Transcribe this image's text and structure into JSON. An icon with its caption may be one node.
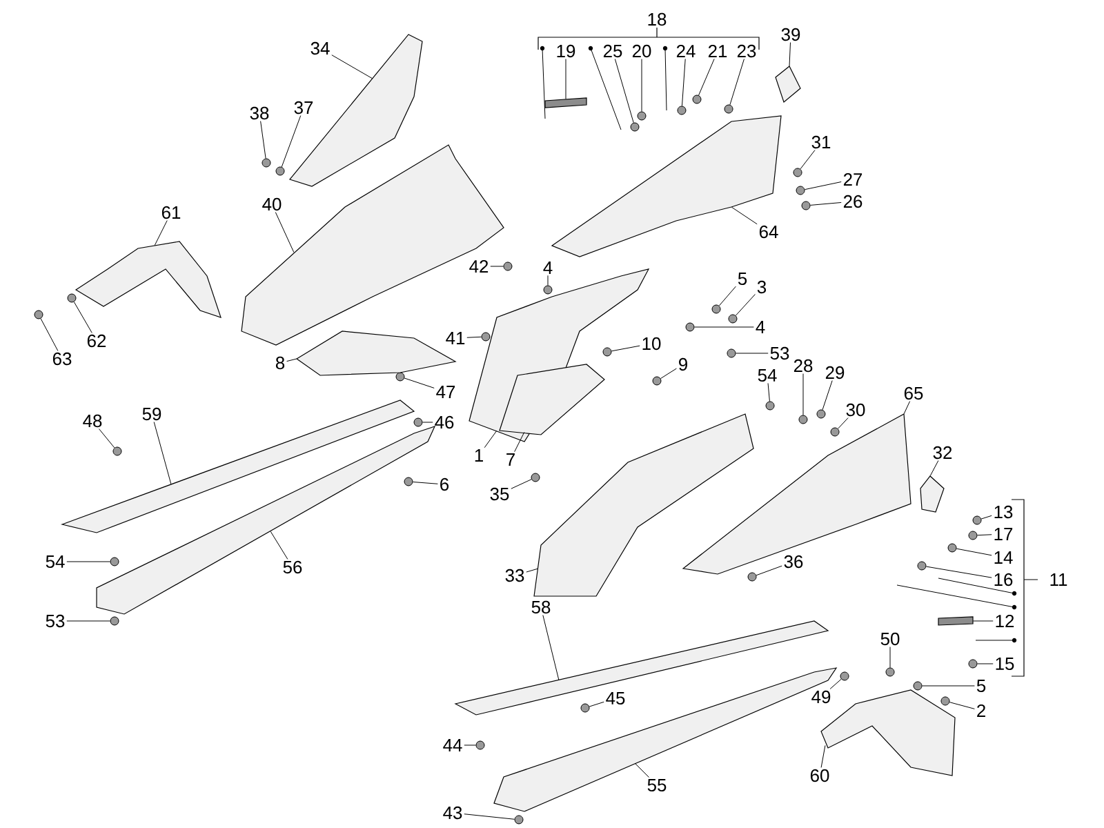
{
  "diagram": {
    "nodes": [
      {
        "text": [
          "18"
        ]
      },
      {
        "text": [
          "19"
        ]
      },
      {
        "text": [
          "25"
        ]
      },
      {
        "text": [
          "20"
        ]
      },
      {
        "text": [
          "24"
        ]
      },
      {
        "text": [
          "21"
        ]
      },
      {
        "text": [
          "23"
        ]
      },
      {
        "text": [
          "39"
        ]
      },
      {
        "text": [
          "34"
        ]
      },
      {
        "text": [
          "38"
        ]
      },
      {
        "text": [
          "37"
        ]
      },
      {
        "text": [
          "31"
        ]
      },
      {
        "text": [
          "27"
        ]
      },
      {
        "text": [
          "26"
        ]
      },
      {
        "text": [
          "40"
        ]
      },
      {
        "text": [
          "61"
        ]
      },
      {
        "text": [
          "64"
        ]
      },
      {
        "text": [
          "42"
        ]
      },
      {
        "text": [
          "4"
        ]
      },
      {
        "text": [
          "5"
        ]
      },
      {
        "text": [
          "3"
        ]
      },
      {
        "text": [
          "4"
        ]
      },
      {
        "text": [
          "62"
        ]
      },
      {
        "text": [
          "63"
        ]
      },
      {
        "text": [
          "41"
        ]
      },
      {
        "text": [
          "10"
        ]
      },
      {
        "text": [
          "8"
        ]
      },
      {
        "text": [
          "53"
        ]
      },
      {
        "text": [
          "9"
        ]
      },
      {
        "text": [
          "54"
        ]
      },
      {
        "text": [
          "28"
        ]
      },
      {
        "text": [
          "29"
        ]
      },
      {
        "text": [
          "47"
        ]
      },
      {
        "text": [
          "65"
        ]
      },
      {
        "text": [
          "30"
        ]
      },
      {
        "text": [
          "48"
        ]
      },
      {
        "text": [
          "59"
        ]
      },
      {
        "text": [
          "46"
        ]
      },
      {
        "text": [
          "1"
        ]
      },
      {
        "text": [
          "7"
        ]
      },
      {
        "text": [
          "32"
        ]
      },
      {
        "text": [
          "6"
        ]
      },
      {
        "text": [
          "35"
        ]
      },
      {
        "text": [
          "13"
        ]
      },
      {
        "text": [
          "17"
        ]
      },
      {
        "text": [
          "14"
        ]
      },
      {
        "text": [
          "54"
        ]
      },
      {
        "text": [
          "56"
        ]
      },
      {
        "text": [
          "36"
        ]
      },
      {
        "text": [
          "33"
        ]
      },
      {
        "text": [
          "16"
        ]
      },
      {
        "text": [
          "11"
        ]
      },
      {
        "text": [
          "58"
        ]
      },
      {
        "text": [
          "53"
        ]
      },
      {
        "text": [
          "12"
        ]
      },
      {
        "text": [
          "50"
        ]
      },
      {
        "text": [
          "15"
        ]
      },
      {
        "text": [
          "5"
        ]
      },
      {
        "text": [
          "45"
        ]
      },
      {
        "text": [
          "49"
        ]
      },
      {
        "text": [
          "2"
        ]
      },
      {
        "text": [
          "44"
        ]
      },
      {
        "text": [
          "60"
        ]
      },
      {
        "text": [
          "55"
        ]
      },
      {
        "text": [
          "43"
        ]
      },
      {
        "text": [],
        "shape": "circle"
      },
      {
        "text": [],
        "shape": "circle"
      },
      {
        "text": [],
        "shape": "circle"
      },
      {
        "text": [],
        "shape": "circle"
      },
      {
        "text": [],
        "shape": "circle"
      },
      {
        "text": [],
        "shape": "circle"
      },
      {
        "text": [],
        "shape": "circle"
      },
      {
        "text": [],
        "shape": "circle"
      },
      {
        "text": [],
        "shape": "circle"
      },
      {
        "text": [],
        "shape": "circle"
      },
      {
        "text": [],
        "shape": "circle"
      },
      {
        "text": [],
        "shape": "circle"
      },
      {
        "text": [],
        "shape": "circle"
      },
      {
        "text": [],
        "shape": "circle"
      },
      {
        "text": [],
        "shape": "circle"
      },
      {
        "text": [],
        "shape": "circle"
      },
      {
        "text": [],
        "shape": "circle"
      },
      {
        "text": [],
        "shape": "circle"
      },
      {
        "text": [],
        "shape": "circle"
      },
      {
        "text": [],
        "shape": "circle"
      },
      {
        "text": [],
        "shape": "circle"
      },
      {
        "text": [],
        "shape": "circle"
      },
      {
        "text": [],
        "shape": "circle"
      },
      {
        "text": [],
        "shape": "circle"
      },
      {
        "text": [],
        "shape": "circle"
      },
      {
        "text": [],
        "shape": "circle"
      },
      {
        "text": [],
        "shape": "circle"
      },
      {
        "text": [],
        "shape": "circle"
      },
      {
        "text": [],
        "shape": "circle"
      },
      {
        "text": [],
        "shape": "circle"
      },
      {
        "text": [],
        "shape": "circle"
      },
      {
        "text": [],
        "shape": "circle"
      },
      {
        "text": [],
        "shape": "circle"
      },
      {
        "text": [],
        "shape": "circle"
      },
      {
        "text": [],
        "shape": "circle"
      },
      {
        "text": [],
        "shape": "circle"
      },
      {
        "text": [],
        "shape": "circle"
      },
      {
        "text": [],
        "shape": "circle"
      },
      {
        "text": [],
        "shape": "circle"
      },
      {
        "text": [],
        "shape": "circle"
      },
      {
        "text": [],
        "shape": "circle"
      },
      {
        "text": [],
        "shape": "circle"
      },
      {
        "text": [],
        "shape": "circle"
      },
      {
        "text": [],
        "shape": "circle"
      },
      {
        "text": [],
        "shape": "circle"
      },
      {
        "text": [],
        "shape": "picture"
      },
      {
        "text": [],
        "shape": "picture"
      },
      {
        "text": [],
        "shape": "picture"
      },
      {
        "text": [],
        "shape": "picture"
      },
      {
        "text": [],
        "shape": "picture"
      },
      {
        "text": [],
        "shape": "picture"
      },
      {
        "text": [],
        "shape": "picture"
      },
      {
        "text": [],
        "shape": "picture"
      },
      {
        "text": [],
        "shape": "picture"
      },
      {
        "text": [],
        "shape": "picture"
      },
      {
        "text": [],
        "shape": "picture"
      },
      {
        "text": [],
        "shape": "picture"
      },
      {
        "text": [],
        "shape": "picture"
      },
      {
        "text": [],
        "shape": "picture",
        "in": 113
      },
      {
        "text": [],
        "shape": "picture"
      },
      {
        "text": [],
        "shape": "picture"
      },
      {
        "text": [],
        "shape": "bar"
      },
      {
        "text": [],
        "shape": "bar"
      }
    ],
    "edges": [
      {
        "from": 1,
        "to": 126,
        "arrow": "none"
      },
      {
        "from": 2,
        "to": 65,
        "arrow": "none"
      },
      {
        "from": 3,
        "to": 66,
        "arrow": "none"
      },
      {
        "from": 4,
        "to": 67,
        "arrow": "none"
      },
      {
        "from": 5,
        "to": 68,
        "arrow": "none"
      },
      {
        "from": 6,
        "to": 69,
        "arrow": "none"
      },
      {
        "from": 7,
        "to": 124,
        "arrow": "none"
      },
      {
        "from": 8,
        "to": 111,
        "arrow": "none"
      },
      {
        "from": 9,
        "to": 70,
        "arrow": "none"
      },
      {
        "from": 10,
        "to": 71,
        "arrow": "none"
      },
      {
        "from": 11,
        "to": 72,
        "arrow": "none"
      },
      {
        "from": 12,
        "to": 73,
        "arrow": "none"
      },
      {
        "from": 13,
        "to": 74,
        "arrow": "none"
      },
      {
        "from": 14,
        "to": 110,
        "arrow": "none"
      },
      {
        "from": 15,
        "to": 112,
        "arrow": "none"
      },
      {
        "from": 16,
        "to": 114,
        "arrow": "none"
      },
      {
        "from": 17,
        "to": 75,
        "arrow": "none"
      },
      {
        "from": 18,
        "to": 76,
        "arrow": "none"
      },
      {
        "from": 19,
        "to": 77,
        "arrow": "none"
      },
      {
        "from": 20,
        "to": 78,
        "arrow": "none"
      },
      {
        "from": 21,
        "to": 79,
        "arrow": "none"
      },
      {
        "from": 22,
        "to": 80,
        "arrow": "none"
      },
      {
        "from": 23,
        "to": 81,
        "arrow": "none"
      },
      {
        "from": 24,
        "to": 82,
        "arrow": "none"
      },
      {
        "from": 25,
        "to": 83,
        "arrow": "none"
      },
      {
        "from": 26,
        "to": 122,
        "arrow": "none"
      },
      {
        "from": 27,
        "to": 84,
        "arrow": "none"
      },
      {
        "from": 28,
        "to": 85,
        "arrow": "none"
      },
      {
        "from": 29,
        "to": 86,
        "arrow": "none"
      },
      {
        "from": 30,
        "to": 87,
        "arrow": "none"
      },
      {
        "from": 31,
        "to": 88,
        "arrow": "none"
      },
      {
        "from": 32,
        "to": 89,
        "arrow": "none"
      },
      {
        "from": 33,
        "to": 118,
        "arrow": "none"
      },
      {
        "from": 34,
        "to": 90,
        "arrow": "none"
      },
      {
        "from": 35,
        "to": 91,
        "arrow": "none"
      },
      {
        "from": 36,
        "to": 115,
        "arrow": "none"
      },
      {
        "from": 37,
        "to": 92,
        "arrow": "none"
      },
      {
        "from": 38,
        "to": 113,
        "arrow": "none"
      },
      {
        "from": 39,
        "to": 123,
        "arrow": "none"
      },
      {
        "from": 40,
        "to": 125,
        "arrow": "none"
      },
      {
        "from": 41,
        "to": 93,
        "arrow": "none"
      },
      {
        "from": 42,
        "to": 94,
        "arrow": "none"
      },
      {
        "from": 43,
        "to": 95,
        "arrow": "none"
      },
      {
        "from": 44,
        "to": 96,
        "arrow": "none"
      },
      {
        "from": 45,
        "to": 97,
        "arrow": "none"
      },
      {
        "from": 46,
        "to": 98,
        "arrow": "none"
      },
      {
        "from": 47,
        "to": 116,
        "arrow": "none"
      },
      {
        "from": 48,
        "to": 99,
        "arrow": "none"
      },
      {
        "from": 49,
        "to": 117,
        "arrow": "none"
      },
      {
        "from": 50,
        "to": 100,
        "arrow": "none"
      },
      {
        "from": 52,
        "to": 119,
        "arrow": "none"
      },
      {
        "from": 53,
        "to": 101,
        "arrow": "none"
      },
      {
        "from": 54,
        "to": 127,
        "arrow": "none"
      },
      {
        "from": 55,
        "to": 102,
        "arrow": "none"
      },
      {
        "from": 56,
        "to": 103,
        "arrow": "none"
      },
      {
        "from": 57,
        "to": 104,
        "arrow": "none"
      },
      {
        "from": 58,
        "to": 105,
        "arrow": "none"
      },
      {
        "from": 59,
        "to": 106,
        "arrow": "none"
      },
      {
        "from": 60,
        "to": 107,
        "arrow": "none"
      },
      {
        "from": 61,
        "to": 108,
        "arrow": "none"
      },
      {
        "from": 62,
        "to": 121,
        "arrow": "none"
      },
      {
        "from": 63,
        "to": 120,
        "arrow": "none"
      },
      {
        "from": 64,
        "to": 109,
        "arrow": "none"
      }
    ]
  }
}
